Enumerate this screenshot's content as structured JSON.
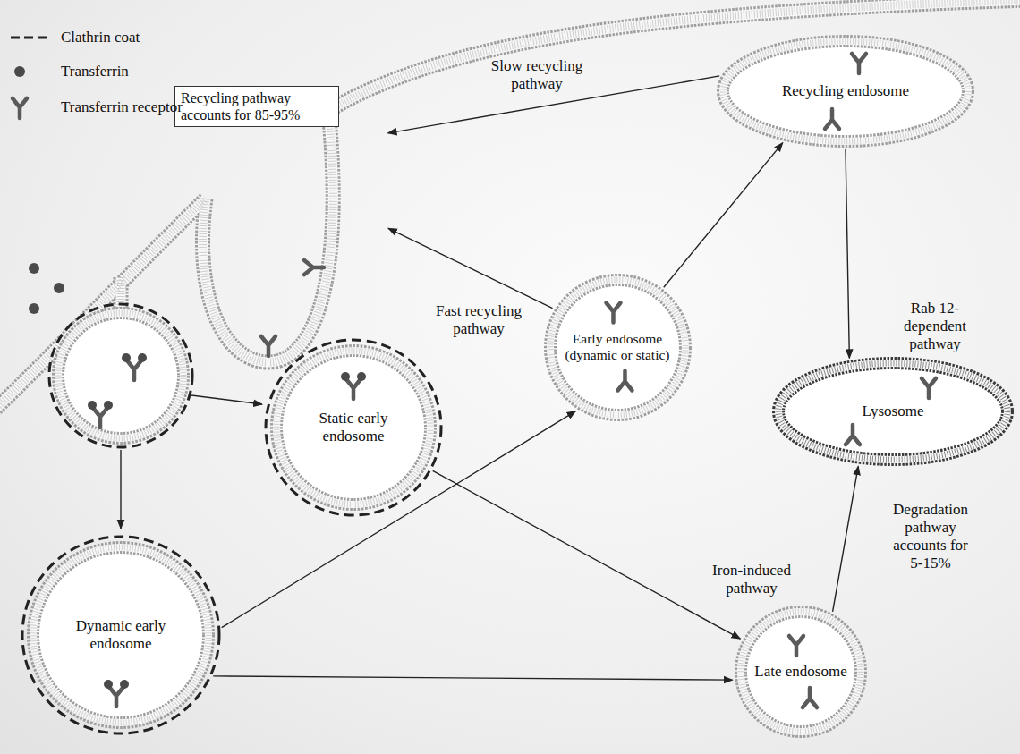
{
  "diagram": {
    "nodes": [
      {
        "text": [
          "Recycling pathway accounts for 85-95%"
        ]
      },
      {
        "text": [
          "Recycling endosome"
        ]
      },
      {
        "text": [
          "Static early endosome"
        ]
      },
      {
        "text": [
          "Early endosome (dynamic or static)"
        ]
      },
      {
        "text": [
          "Lysosome"
        ]
      },
      {
        "text": [
          "Dynamic early endosome"
        ]
      },
      {
        "text": [
          "Late endosome"
        ]
      }
    ],
    "edges": [
      {
        "from": 2,
        "to": 6,
        "arrow": "to"
      },
      {
        "from": 5,
        "to": 3,
        "arrow": "to"
      },
      {
        "from": 5,
        "to": 6,
        "arrow": "to"
      },
      {
        "from": 3,
        "to": 1,
        "arrow": "to"
      },
      {
        "from": 3,
        "to": 0,
        "label": "Fast recycling pathway",
        "arrow": "to"
      },
      {
        "from": 1,
        "to": 0,
        "label": "Slow recycling pathway",
        "arrow": "to"
      },
      {
        "from": 1,
        "to": 4,
        "label": "Rab 12-dependent pathway",
        "arrow": "to"
      },
      {
        "from": 6,
        "to": 4,
        "label": "Iron-induced pathway",
        "arrow": "to"
      }
    ],
    "labels": [
      "Degradation pathway accounts for 5-15%"
    ],
    "legend": [
      {
        "text": "Clathrin coat"
      },
      {
        "text": "Transferrin"
      },
      {
        "text": "Transferrin receptor"
      }
    ]
  }
}
